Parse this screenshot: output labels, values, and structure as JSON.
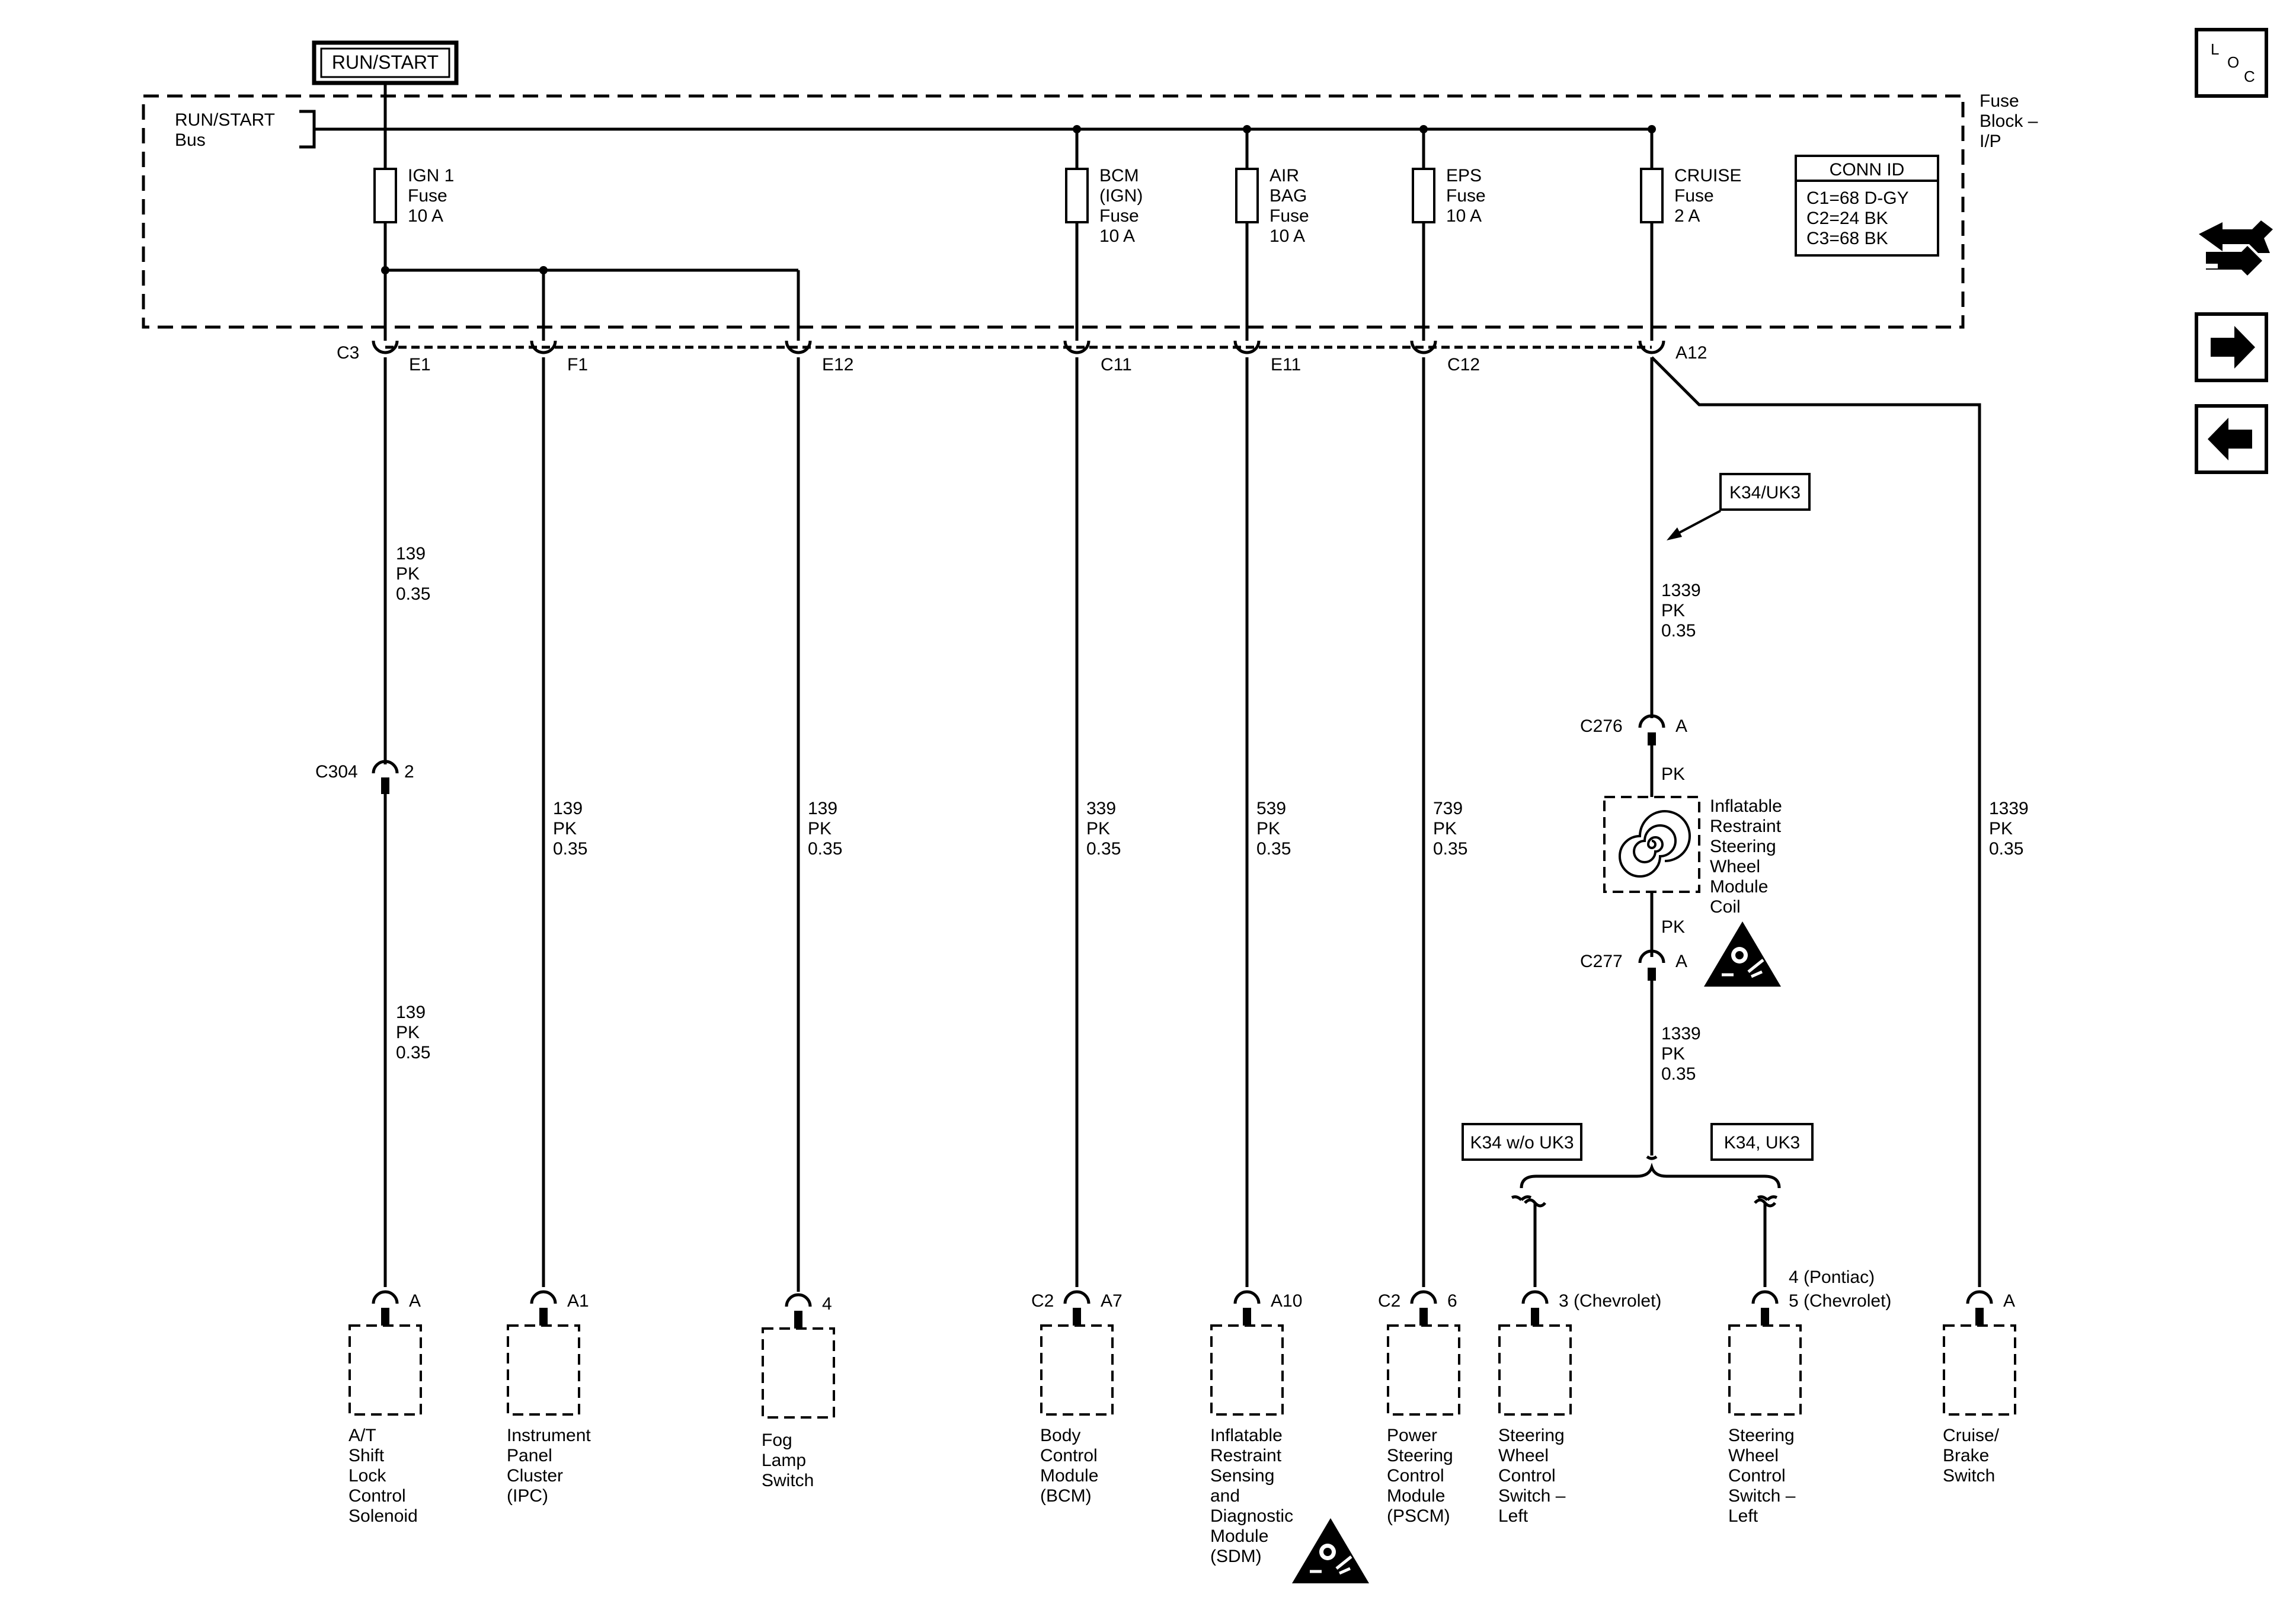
{
  "header": {
    "title": "RUN/START",
    "bus_label_1": "RUN/START",
    "bus_label_2": "Bus",
    "fuse_block_1": "Fuse",
    "fuse_block_2": "Block –",
    "fuse_block_3": "I/P"
  },
  "conn_id": {
    "title": "CONN ID",
    "lines": [
      "C1=68 D-GY",
      "C2=24 BK",
      "C3=68 BK"
    ]
  },
  "loc_icon": {
    "l": "L",
    "o": "O",
    "c": "C"
  },
  "fuses": [
    {
      "lines": [
        "IGN 1",
        "Fuse",
        "10 A"
      ]
    },
    {
      "lines": [
        "BCM",
        "(IGN)",
        "Fuse",
        "10 A"
      ]
    },
    {
      "lines": [
        "AIR",
        "BAG",
        "Fuse",
        "10 A"
      ]
    },
    {
      "lines": [
        "EPS",
        "Fuse",
        "10 A"
      ]
    },
    {
      "lines": [
        "CRUISE",
        "Fuse",
        "2 A"
      ]
    }
  ],
  "connector_c3": "C3",
  "pins": [
    "E1",
    "F1",
    "E12",
    "C11",
    "E11",
    "C12",
    "A12"
  ],
  "wires": [
    {
      "lines": [
        "139",
        "PK",
        "0.35"
      ]
    },
    {
      "lines": [
        "139",
        "PK",
        "0.35"
      ]
    },
    {
      "lines": [
        "139",
        "PK",
        "0.35"
      ]
    },
    {
      "lines": [
        "139",
        "PK",
        "0.35"
      ]
    },
    {
      "lines": [
        "339",
        "PK",
        "0.35"
      ]
    },
    {
      "lines": [
        "539",
        "PK",
        "0.35"
      ]
    },
    {
      "lines": [
        "739",
        "PK",
        "0.35"
      ]
    },
    {
      "lines": [
        "1339",
        "PK",
        "0.35"
      ]
    },
    {
      "lines": [
        "1339",
        "PK",
        "0.35"
      ]
    },
    {
      "lines": [
        "1339",
        "PK",
        "0.35"
      ]
    }
  ],
  "inline_connectors": {
    "c304": "C304",
    "c304_pin": "2",
    "c276": "C276",
    "c276_pin": "A",
    "c277": "C277",
    "c277_pin": "A"
  },
  "pk_labels": [
    "PK",
    "PK"
  ],
  "coil_label": [
    "Inflatable",
    "Restraint",
    "Steering",
    "Wheel",
    "Module",
    "Coil"
  ],
  "options": {
    "k34_uk3": "K34/UK3",
    "k34_wo_uk3": "K34 w/o UK3",
    "k34_comma_uk3": "K34, UK3"
  },
  "component_pins": [
    {
      "conn": "",
      "pin": "A"
    },
    {
      "conn": "",
      "pin": "A1"
    },
    {
      "conn": "",
      "pin": "4"
    },
    {
      "conn": "C2",
      "pin": "A7"
    },
    {
      "conn": "",
      "pin": "A10"
    },
    {
      "conn": "C2",
      "pin": "6"
    },
    {
      "conn": "",
      "pin": "3 (Chevrolet)"
    },
    {
      "conn": "",
      "pin": "4 (Pontiac)",
      "pin2": "5 (Chevrolet)"
    },
    {
      "conn": "",
      "pin": "A"
    }
  ],
  "components": [
    {
      "lines": [
        "A/T",
        "Shift",
        "Lock",
        "Control",
        "Solenoid"
      ]
    },
    {
      "lines": [
        "Instrument",
        "Panel",
        "Cluster",
        "(IPC)"
      ]
    },
    {
      "lines": [
        "Fog",
        "Lamp",
        "Switch"
      ]
    },
    {
      "lines": [
        "Body",
        "Control",
        "Module",
        "(BCM)"
      ]
    },
    {
      "lines": [
        "Inflatable",
        "Restraint",
        "Sensing",
        "and",
        "Diagnostic",
        "Module",
        "(SDM)"
      ]
    },
    {
      "lines": [
        "Power",
        "Steering",
        "Control",
        "Module",
        "(PSCM)"
      ]
    },
    {
      "lines": [
        "Steering",
        "Wheel",
        "Control",
        "Switch –",
        "Left"
      ]
    },
    {
      "lines": [
        "Steering",
        "Wheel",
        "Control",
        "Switch –",
        "Left"
      ]
    },
    {
      "lines": [
        "Cruise/",
        "Brake",
        "Switch"
      ]
    }
  ],
  "icons": [
    "loc-icon",
    "wiring-harness-icon",
    "arrow-right-icon",
    "arrow-left-icon",
    "airbag-warning-icon"
  ]
}
